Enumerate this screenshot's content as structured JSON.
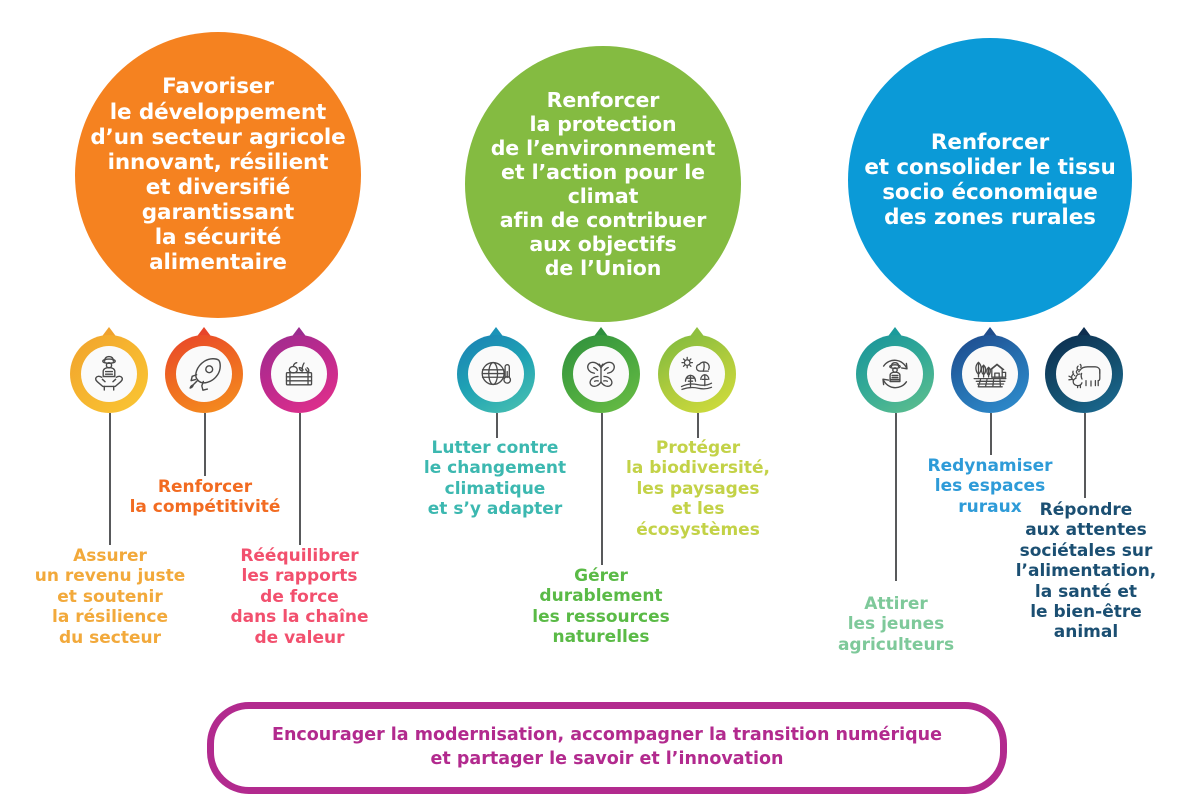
{
  "goals": [
    {
      "id": "goal-orange",
      "name": "goal-circle-economic",
      "color": "#f58220",
      "text": "Favoriser\nle développement\nd’un secteur agricole\ninnovant, résilient\net diversifié\ngarantissant\nla sécurité\nalimentaire"
    },
    {
      "id": "goal-green",
      "name": "goal-circle-environment",
      "color": "#84bb41",
      "text": "Renforcer\nla protection\nde l’environnement\net l’action pour le climat\nafin de contribuer\naux objectifs\nde l’Union"
    },
    {
      "id": "goal-blue",
      "name": "goal-circle-rural",
      "color": "#0b9ad7",
      "text": "Renforcer\net consolider le tissu\nsocio économique\ndes zones rurales"
    }
  ],
  "objectives": [
    {
      "icon": "farmer-in-hands-icon",
      "ring_from": "#f0a22e",
      "ring_to": "#f9c633",
      "label": "Assurer\nun revenu juste\net soutenir\nla résilience\ndu secteur",
      "label_color": "#f2a93b"
    },
    {
      "icon": "rocket-icon",
      "ring_from": "#e8442a",
      "ring_to": "#f5901e",
      "label": "Renforcer\nla compétitivité",
      "label_color": "#f26b21"
    },
    {
      "icon": "produce-crate-icon",
      "ring_from": "#9b2c8f",
      "ring_to": "#e5308c",
      "label": "Rééquilibrer\nles rapports\nde force\ndans la chaîne\nde valeur",
      "label_color": "#f2506e"
    },
    {
      "icon": "globe-thermometer-icon",
      "ring_from": "#1b93b7",
      "ring_to": "#4ec3b0",
      "label": "Lutter contre\nle changement\nclimatique\net s’y adapter",
      "label_color": "#3cb8b0"
    },
    {
      "icon": "butterfly-icon",
      "ring_from": "#2f8f3e",
      "ring_to": "#6cbe45",
      "label": "Gérer\ndurablement\nles ressources\nnaturelles",
      "label_color": "#5aba46"
    },
    {
      "icon": "landscape-sun-trees-icon",
      "ring_from": "#8fc03e",
      "ring_to": "#d4de3c",
      "label": "Protéger\nla biodiversité,\nles paysages\net les écosystèmes",
      "label_color": "#c3d247"
    },
    {
      "icon": "young-farmer-renewal-icon",
      "ring_from": "#1b9b9b",
      "ring_to": "#62c08d",
      "label": "Attirer\nles jeunes\nagriculteurs",
      "label_color": "#7ec99a"
    },
    {
      "icon": "farm-buildings-fields-icon",
      "ring_from": "#1f4d8c",
      "ring_to": "#2f8fd0",
      "label": "Redynamiser\nles espaces\nruraux",
      "label_color": "#2e9bd8"
    },
    {
      "icon": "livestock-animals-icon",
      "ring_from": "#0e2e4f",
      "ring_to": "#1c6e96",
      "label": "Répondre\naux attentes\nsociétales sur\nl’alimentation,\nla santé et\nle bien-être\nanimal",
      "label_color": "#1b4f72"
    }
  ],
  "banner": {
    "text": "Encourager la modernisation, accompagner la transition numérique\net partager le savoir et l’innovation",
    "color": "#b22a8e"
  }
}
